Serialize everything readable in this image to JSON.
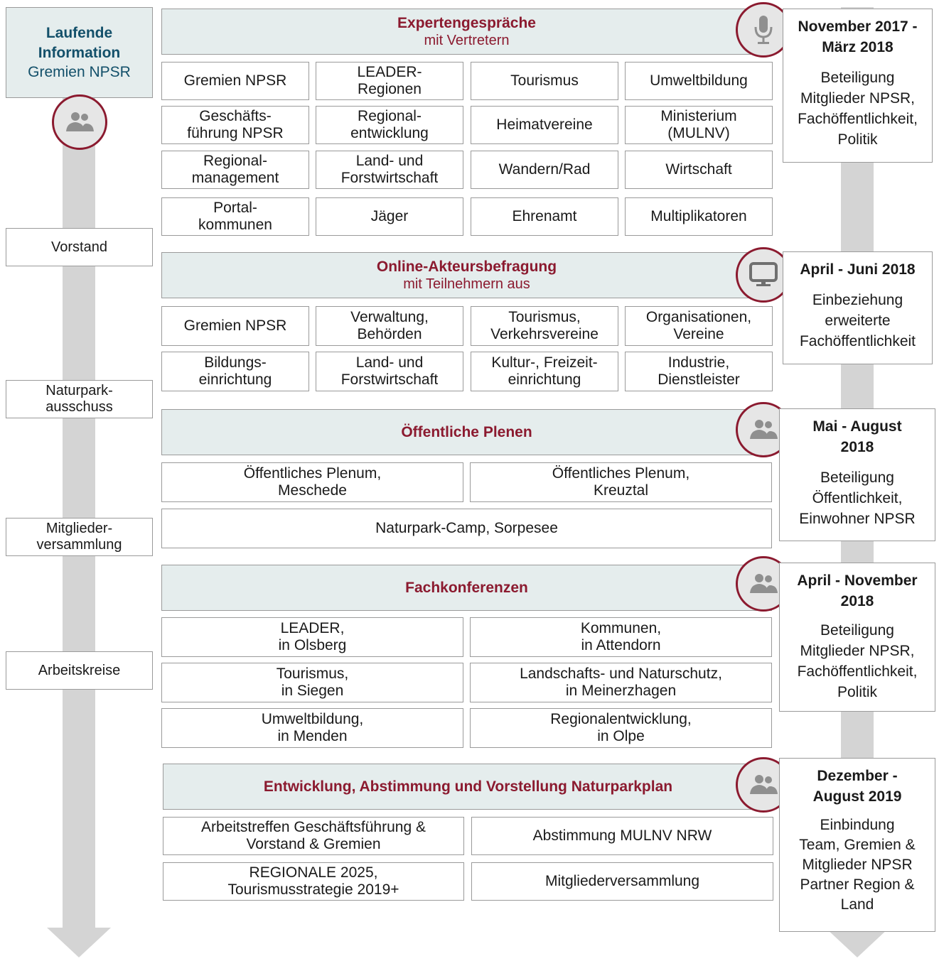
{
  "left": {
    "top_title": "Laufende\nInformation",
    "top_sub": "Gremien NPSR",
    "vorstand": "Vorstand",
    "naturparkausschuss": "Naturpark-\nausschuss",
    "mitgliederversammlung": "Mitglieder-\nversammlung",
    "arbeitskreise": "Arbeitskreise"
  },
  "sections": {
    "experten": {
      "title": "Expertengespräche",
      "subtitle": "mit Vertretern",
      "icon": "microphone-icon",
      "cells": [
        "Gremien NPSR",
        "LEADER-\nRegionen",
        "Tourismus",
        "Umweltbildung",
        "Geschäfts-\nführung NPSR",
        "Regional-\nentwicklung",
        "Heimatvereine",
        "Ministerium\n(MULNV)",
        "Regional-\nmanagement",
        "Land- und\nForstwirtschaft",
        "Wandern/Rad",
        "Wirtschaft",
        "Portal-\nkommunen",
        "Jäger",
        "Ehrenamt",
        "Multiplikatoren"
      ],
      "date": "November 2017 -\nMärz 2018",
      "desc": "Beteiligung\nMitglieder  NPSR,\nFachöffentlichkeit,\nPolitik"
    },
    "online": {
      "title": "Online-Akteursbefragung",
      "subtitle": "mit Teilnehmern aus",
      "icon": "monitor-icon",
      "cells": [
        "Gremien NPSR",
        "Verwaltung,\nBehörden",
        "Tourismus,\nVerkehrsvereine",
        "Organisationen,\nVereine",
        "Bildungs-\neinrichtung",
        "Land- und\nForstwirtschaft",
        "Kultur-, Freizeit-\neinrichtung",
        "Industrie,\nDienstleister"
      ],
      "date": "April - Juni 2018",
      "desc": "Einbeziehung\nerweiterte\nFachöffentlichkeit"
    },
    "plenen": {
      "title": "Öffentliche Plenen",
      "icon": "group-icon",
      "cells": [
        "Öffentliches Plenum,\nMeschede",
        "Öffentliches Plenum,\nKreuztal",
        "Naturpark-Camp, Sorpesee"
      ],
      "date": "Mai - August\n2018",
      "desc": "Beteiligung\nÖffentlichkeit,\nEinwohner NPSR"
    },
    "fach": {
      "title": "Fachkonferenzen",
      "icon": "group-icon",
      "cells": [
        "LEADER,\nin Olsberg",
        "Kommunen,\nin Attendorn",
        "Tourismus,\nin Siegen",
        "Landschafts- und Naturschutz,\nin Meinerzhagen",
        "Umweltbildung,\nin Menden",
        "Regionalentwicklung,\nin Olpe"
      ],
      "date": "April - November\n2018",
      "desc": "Beteiligung\nMitglieder  NPSR,\nFachöffentlichkeit,\nPolitik"
    },
    "plan": {
      "title": "Entwicklung, Abstimmung  und Vorstellung Naturparkplan",
      "icon": "group-icon",
      "cells": [
        "Arbeitstreffen Geschäftsführung &\nVorstand & Gremien",
        "Abstimmung MULNV  NRW",
        "REGIONALE 2025,\nTourismusstrategie 2019+",
        "Mitgliederversammlung"
      ],
      "date": "Dezember -\nAugust  2019",
      "desc": "Einbindung\nTeam, Gremien &\nMitglieder  NPSR\nPartner Region &\nLand"
    }
  },
  "colors": {
    "accent": "#8b1a2f",
    "header_bg": "#e5eded",
    "arrow": "#d4d4d4"
  }
}
